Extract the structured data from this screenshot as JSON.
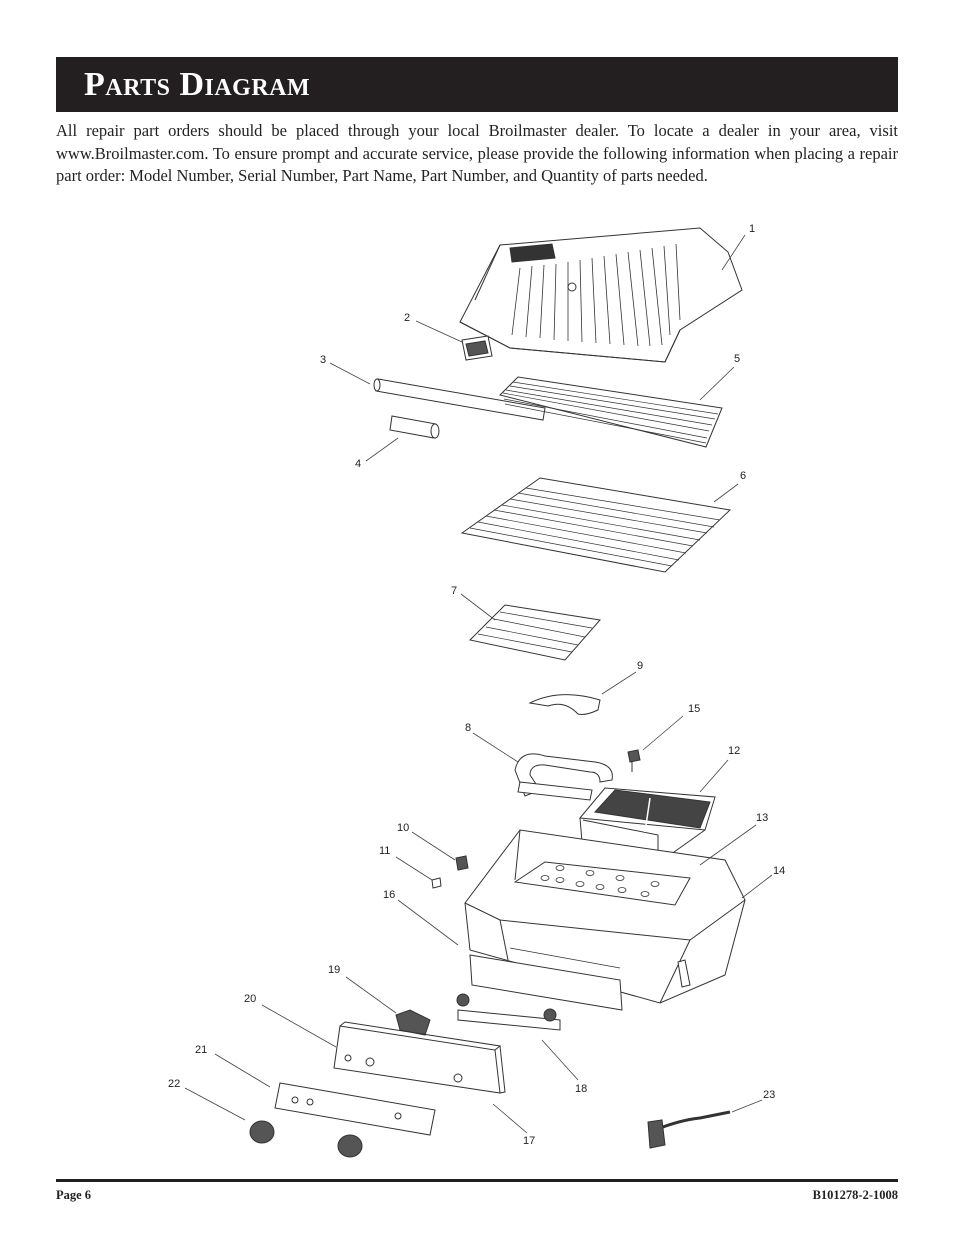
{
  "title": "Parts Diagram",
  "intro": "All repair part orders should be placed through your local Broilmaster dealer.  To locate a dealer in your area, visit  www.Broilmaster.com.  To ensure prompt and accurate service, please provide the following information when placing a repair part order:  Model Number, Serial Number, Part Name, Part Number, and Quantity of parts needed.",
  "footer": {
    "page": "Page 6",
    "doc_number": "B101278-2-1008"
  },
  "part_labels": [
    "1",
    "2",
    "3",
    "4",
    "5",
    "6",
    "7",
    "8",
    "9",
    "10",
    "11",
    "12",
    "13",
    "14",
    "15",
    "16",
    "17",
    "18",
    "19",
    "20",
    "21",
    "22",
    "23"
  ]
}
